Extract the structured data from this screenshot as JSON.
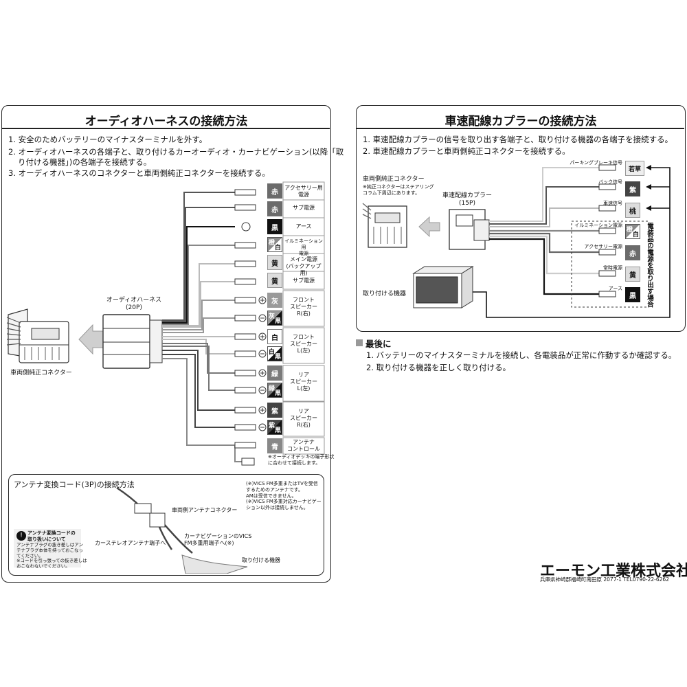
{
  "left": {
    "title": "オーディオハーネスの接続方法",
    "steps": [
      "1. 安全のためバッテリーのマイナスターミナルを外す。",
      "2. オーディオハーネスの各端子と、取り付けるカーオーディオ・カーナビゲーション(以降「取",
      "り付ける機器」)の各端子を接続する。",
      "3. オーディオハーネスのコネクターと車両側純正コネクターを接続する。"
    ],
    "harness_label": "オーディオハーネス",
    "harness_pins": "(20P)",
    "vehicle_connector": "車両側純正コネクター",
    "wires": [
      {
        "color": "赤",
        "label": "アクセサリー用\n電源"
      },
      {
        "color": "赤",
        "label": "サブ電源"
      },
      {
        "color": "黒",
        "label": "アース"
      },
      {
        "color": "橙",
        "color2": "白",
        "label": "イルミネーション用\n電源"
      },
      {
        "color": "黄",
        "label": "メイン電源\n(バックアップ用)"
      },
      {
        "color": "黄",
        "label": "サブ電源"
      },
      {
        "color": "灰",
        "label": "フロント\nスピーカー\nR(右)"
      },
      {
        "color": "灰",
        "color2": "黒",
        "label": ""
      },
      {
        "color": "白",
        "label": "フロント\nスピーカー\nL(左)"
      },
      {
        "color": "白",
        "color2": "黒",
        "label": ""
      },
      {
        "color": "緑",
        "label": "リア\nスピーカー\nL(左)"
      },
      {
        "color": "緑",
        "color2": "黒",
        "label": ""
      },
      {
        "color": "紫",
        "label": "リア\nスピーカー\nR(右)"
      },
      {
        "color": "紫",
        "color2": "黒",
        "label": ""
      },
      {
        "color": "青",
        "label": "アンテナ\nコントロール"
      }
    ],
    "note_deck": "※オーディオデッキの端子形状\nに合わせて接続します。"
  },
  "antenna": {
    "title": "アンテナ変換コード(3P)の接続方法",
    "vehicle_antenna": "車両側アンテナコネクター",
    "car_stereo_terminal": "カーステレオアンテナ端子へ",
    "navi_terminal": "カーナビゲーションのVICS\nFM多重用端子へ(※)",
    "device": "取り付ける機器",
    "note1": "(※)VICS FM多重またはTVを受信\nするためのアンテナです。\nAMは受信できません。",
    "note2": "(※)VICS FM多重対応カーナビゲー\nション以外は接続しません。",
    "caution_title": "アンテナ変換コードの\n取り扱いについて",
    "caution_body": "アンテナプラグの抜き差しはアン\nテナプラグ本体を持っておこなっ\nてください。\n※コードを引っ張っての抜き差しは\nおこなわないでください。"
  },
  "right": {
    "title": "車速配線カプラーの接続方法",
    "steps": [
      "1. 車速配線カプラーの信号を取り出す各端子と、取り付ける機器の各端子を接続する。",
      "2. 車速配線カプラーと車両側純正コネクターを接続する。"
    ],
    "vehicle_connector": "車両側純正コネクター",
    "vehicle_connector_note": "※純正コネクターはステアリング\nコラム下周辺にあります。",
    "coupler_label": "車速配線カプラー",
    "coupler_pins": "(15P)",
    "device": "取り付ける機器",
    "wires": [
      {
        "label": "パーキングブレーキ信号",
        "color": "若草"
      },
      {
        "label": "バック信号",
        "color": "紫"
      },
      {
        "label": "車速信号",
        "color": "桃"
      },
      {
        "label": "イルミネーション電源",
        "color": "橙",
        "color2": "白"
      },
      {
        "label": "アクセサリー電源",
        "color": "赤"
      },
      {
        "label": "常時電源",
        "color": "黄"
      },
      {
        "label": "アース",
        "color": "黒"
      }
    ],
    "vertical_note": "電装品の電源を取り出す場合"
  },
  "finally": {
    "title": "最後に",
    "steps": [
      "1. バッテリーのマイナスターミナルを接続し、各電装品が正常に作動するか確認する。",
      "2. 取り付ける機器を正しく取り付ける。"
    ]
  },
  "company": {
    "name": "エーモン工業株式会社",
    "address": "兵庫県神崎郡福崎町南田原 2077-1 TEL0790-22-6262"
  },
  "colors": {
    "赤": "#6b6b6b",
    "黒": "#111111",
    "橙": "#8a8a8a",
    "黄": "#dddddd",
    "灰": "#9a9a9a",
    "白": "#ffffff",
    "緑": "#7a7a7a",
    "紫": "#444444",
    "青": "#888888",
    "若草": "#eeeeee",
    "桃": "#dddddd"
  }
}
